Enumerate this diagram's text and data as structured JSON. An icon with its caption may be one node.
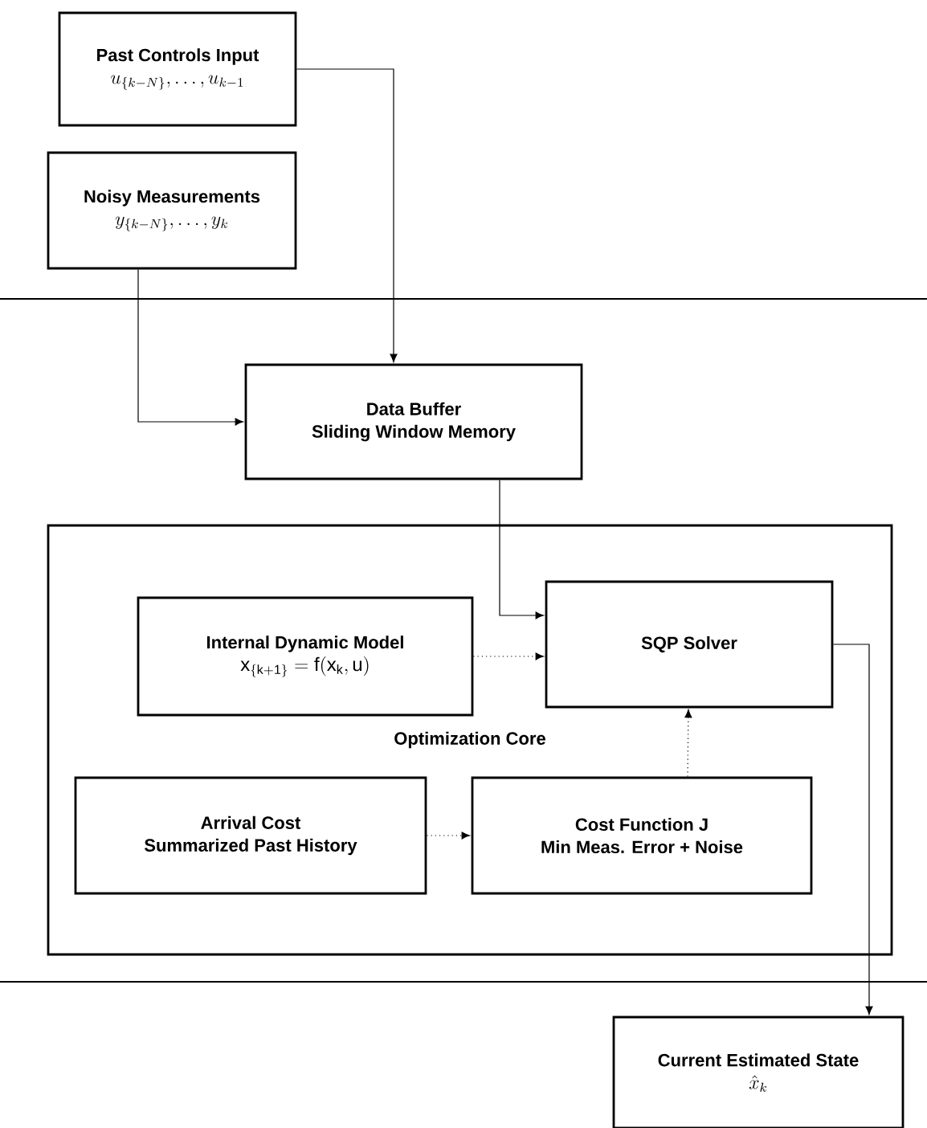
{
  "diagram": {
    "nodes": [
      {
        "text": [
          "Past Controls Input",
          "u_{\\{k-N\\}}, \\ldots, u_{k-1}"
        ]
      },
      {
        "text": [
          "Noisy Measurements",
          "y_{\\{k-N\\}}, \\ldots, y_k"
        ]
      },
      {
        "text": [
          "Data Buffer",
          "Sliding Window Memory"
        ]
      },
      {
        "text": [
          "Optimization Core"
        ]
      },
      {
        "text": [
          "Internal Dynamic Model",
          "\\mathrm{x}_{\\{\\mathrm{k+1}\\}} = \\mathrm{f}(\\mathrm{x}_{\\mathrm{k}}, \\mathrm{u})"
        ],
        "in": 3
      },
      {
        "text": [
          "SQP Solver"
        ],
        "in": 3
      },
      {
        "text": [
          "Arrival Cost",
          "Summarized Past History"
        ],
        "in": 3
      },
      {
        "text": [
          "Cost Function J",
          "Min Meas. Error + Noise"
        ],
        "in": 3
      },
      {
        "text": [
          "Current Estimated State",
          "\\hat{x}_k"
        ]
      }
    ],
    "edges": [
      {
        "from": 0,
        "to": 2,
        "arrow": "to"
      },
      {
        "from": 1,
        "to": 2,
        "arrow": "to"
      },
      {
        "from": 2,
        "to": 5,
        "arrow": "to"
      },
      {
        "from": 4,
        "to": 5,
        "arrow": "to",
        "style": "dashed"
      },
      {
        "from": 6,
        "to": 7,
        "arrow": "to",
        "style": "dashed"
      },
      {
        "from": 7,
        "to": 5,
        "arrow": "to",
        "style": "dashed"
      },
      {
        "from": 5,
        "to": 8,
        "arrow": "to"
      }
    ]
  }
}
